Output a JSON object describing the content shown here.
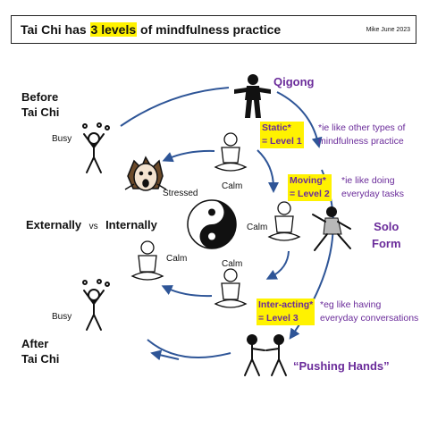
{
  "header": {
    "title_prefix": "Tai Chi has ",
    "title_highlight": "3 levels",
    "title_suffix": " of mindfulness practice",
    "credit": "Mike June 2023"
  },
  "labels": {
    "before": [
      "Before",
      "Tai Chi"
    ],
    "after": [
      "After",
      "Tai Chi"
    ],
    "busy_top": "Busy",
    "busy_bottom": "Busy",
    "stressed": "Stressed",
    "calm_top": "Calm",
    "calm_mid_right": "Calm",
    "calm_left": "Calm",
    "calm_lower": "Calm",
    "externally": "Externally",
    "vs": "vs",
    "internally": "Internally"
  },
  "practices": {
    "qigong": "Qigong",
    "solo_form": [
      "Solo",
      "Form"
    ],
    "pushing_hands": "“Pushing Hands”"
  },
  "levels": [
    {
      "line1": "Static*",
      "line2": "= Level 1"
    },
    {
      "line1": "Moving*",
      "line2": "= Level 2"
    },
    {
      "line1": "Inter-acting*",
      "line2": "= Level 3"
    }
  ],
  "notes": [
    [
      "*ie like other types of",
      "mindfulness practice"
    ],
    [
      "*ie like doing",
      "everyday tasks"
    ],
    [
      "*eg like having",
      "everyday conversations"
    ]
  ],
  "colors": {
    "arrow": "#2e5597",
    "accent_purple": "#6a2b9a",
    "highlight": "#fff200"
  }
}
